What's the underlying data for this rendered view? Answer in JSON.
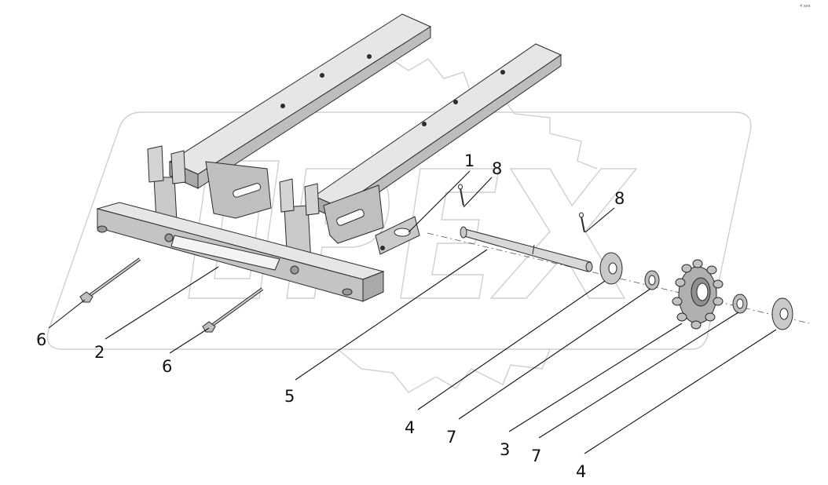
{
  "corner_mark": "4 see",
  "watermark": {
    "text": "OPEX",
    "kind": "logo"
  },
  "callouts": [
    {
      "id": "c1",
      "label": "1"
    },
    {
      "id": "c8a",
      "label": "8"
    },
    {
      "id": "c8b",
      "label": "8"
    },
    {
      "id": "c6a",
      "label": "6"
    },
    {
      "id": "c2",
      "label": "2"
    },
    {
      "id": "c6b",
      "label": "6"
    },
    {
      "id": "c5",
      "label": "5"
    },
    {
      "id": "c4a",
      "label": "4"
    },
    {
      "id": "c7a",
      "label": "7"
    },
    {
      "id": "c3",
      "label": "3"
    },
    {
      "id": "c7b",
      "label": "7"
    },
    {
      "id": "c4b",
      "label": "4"
    }
  ],
  "colors": {
    "part_fill": "#c9c9c9",
    "part_shade": "#a9a9a9",
    "part_light": "#e6e6e6",
    "edge": "#2b2b2b",
    "watermark": "#cfcfcf"
  }
}
